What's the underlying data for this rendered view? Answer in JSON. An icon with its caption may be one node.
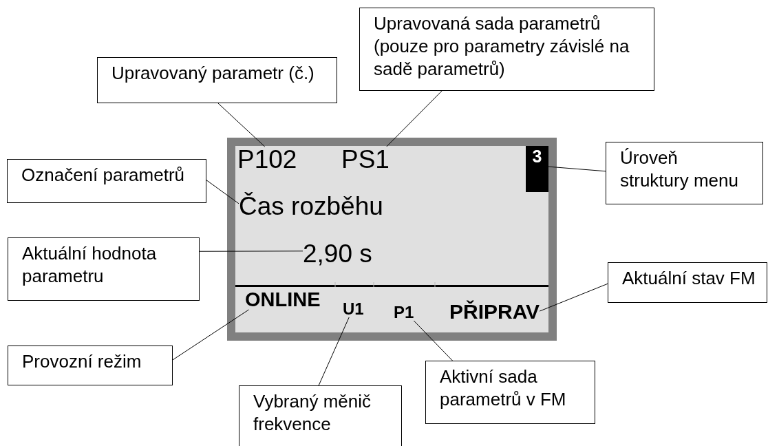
{
  "diagram": {
    "nodes": [
      {
        "text": [
          "Upravovaná sada parametrů (pouze pro parametry závislé na sadě parametrů)"
        ]
      },
      {
        "text": [
          "Upravovaný parametr (č.)"
        ]
      },
      {
        "text": [],
        "shape": "box"
      },
      {
        "text": [
          "P102"
        ],
        "in": 2
      },
      {
        "text": [
          "PS1"
        ],
        "in": 2
      },
      {
        "text": [
          "3"
        ],
        "in": 2
      },
      {
        "text": [
          "Čas rozběhu"
        ],
        "in": 2
      },
      {
        "text": [
          "2,90 s"
        ],
        "in": 2
      },
      {
        "text": [
          "ONLINE"
        ],
        "in": 2
      },
      {
        "text": [
          "U1"
        ],
        "in": 2
      },
      {
        "text": [
          "P1"
        ],
        "in": 2
      },
      {
        "text": [
          "PŘIPRAV"
        ],
        "in": 2
      },
      {
        "text": [
          "Označení parametrů"
        ]
      },
      {
        "text": [
          "Úroveň struktury menu"
        ]
      },
      {
        "text": [
          "Aktuální hodnota parametru"
        ]
      },
      {
        "text": [
          "Aktuální stav FM"
        ]
      },
      {
        "text": [
          "Provozní režim"
        ]
      },
      {
        "text": [
          "Aktivní sada parametrů v FM"
        ]
      },
      {
        "text": [
          "Vybraný měnič frekvence"
        ]
      }
    ],
    "edges": [
      {
        "from": 1,
        "to": 3,
        "arrow": "none"
      },
      {
        "from": 0,
        "to": 4,
        "arrow": "none"
      },
      {
        "from": 12,
        "to": 6,
        "arrow": "none"
      },
      {
        "from": 13,
        "to": 5,
        "arrow": "none"
      },
      {
        "from": 14,
        "to": 7,
        "arrow": "none"
      },
      {
        "from": 15,
        "to": 11,
        "arrow": "none"
      },
      {
        "from": 16,
        "to": 8,
        "arrow": "none"
      },
      {
        "from": 18,
        "to": 9,
        "arrow": "none"
      },
      {
        "from": 17,
        "to": 10,
        "arrow": "none"
      }
    ]
  }
}
